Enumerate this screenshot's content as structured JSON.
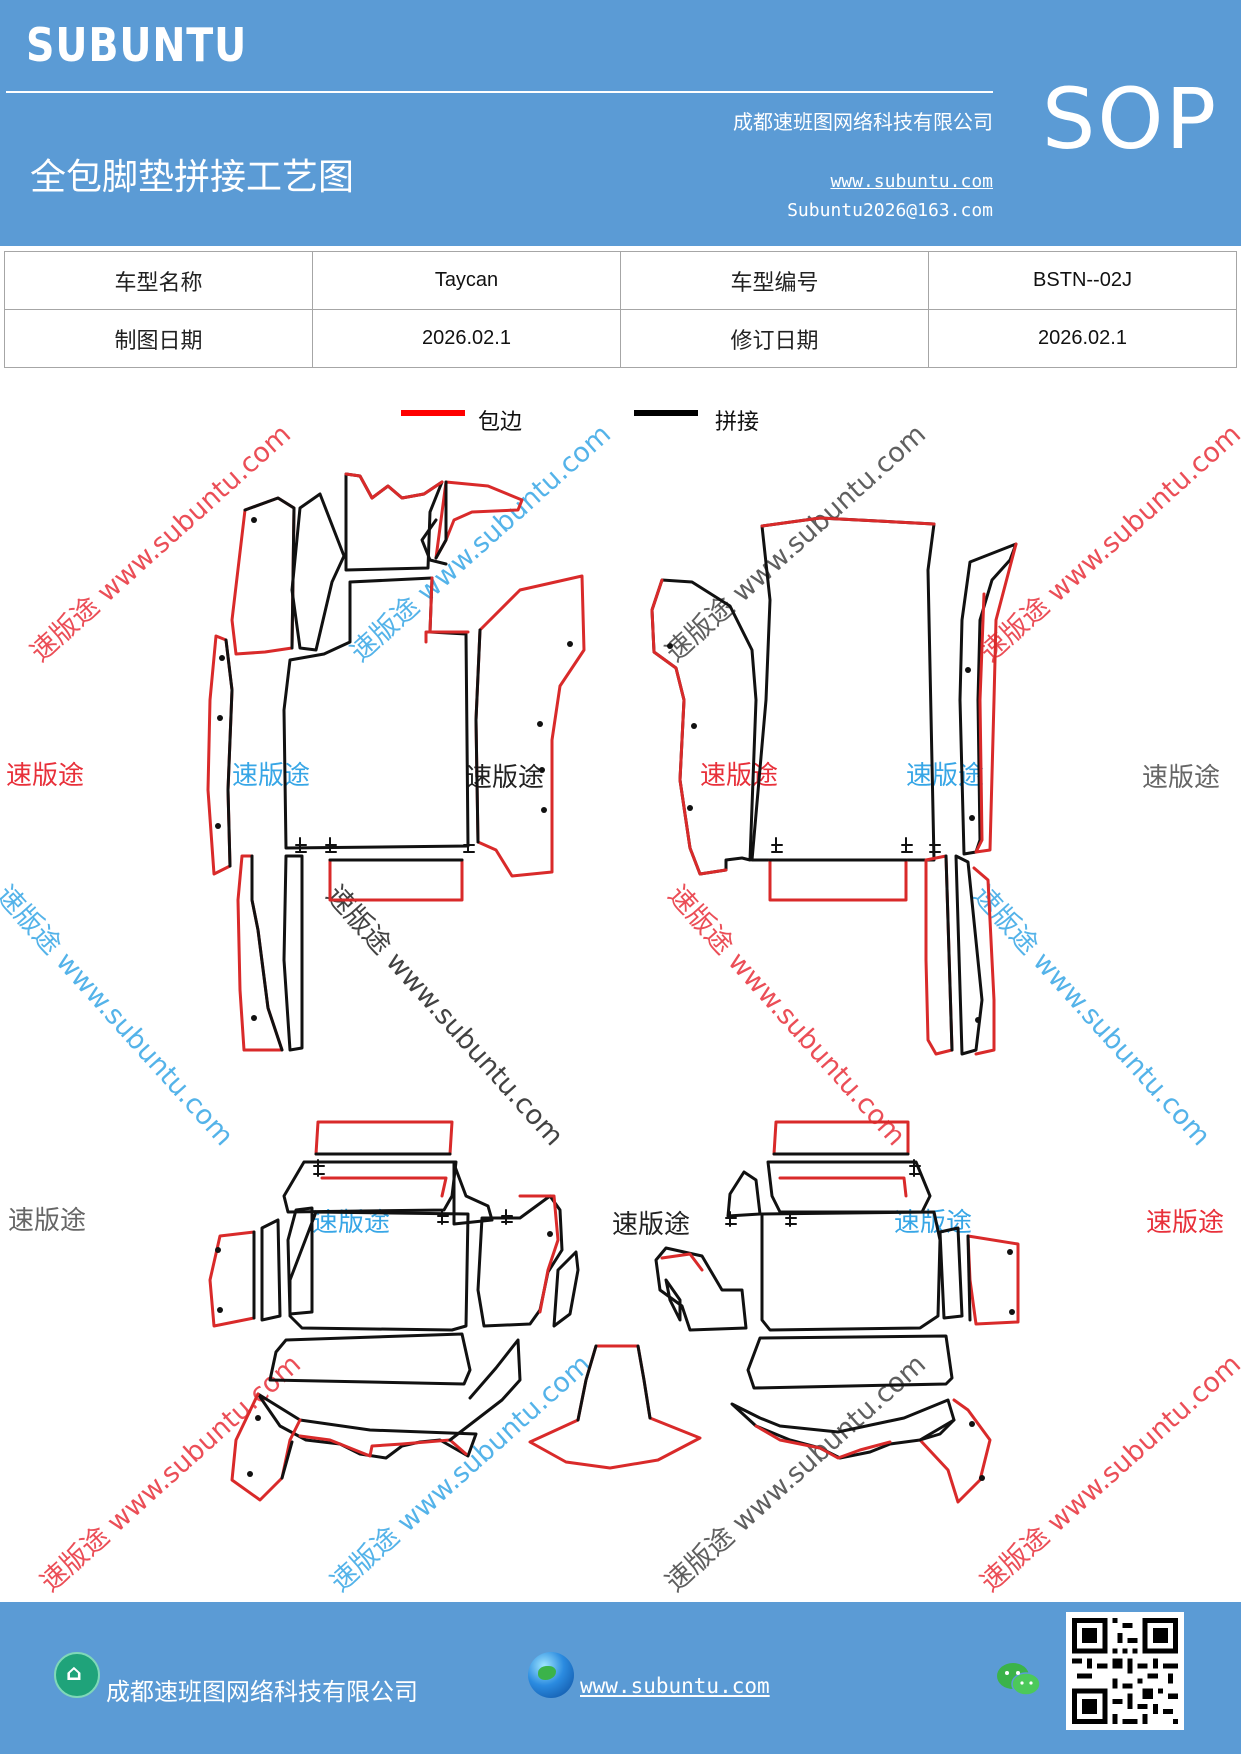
{
  "header": {
    "logo": "SUBUNTU",
    "company": "成都速班图网络科技有限公司",
    "title": "全包脚垫拼接工艺图",
    "website": "www.subuntu.com",
    "email": "Subuntu2026@163.com",
    "badge": "SOP"
  },
  "info_table": {
    "rows": [
      {
        "label1": "车型名称",
        "value1": "Taycan",
        "label2": "车型编号",
        "value2": "BSTN--02J"
      },
      {
        "label1": "制图日期",
        "value1": "2026.02.1",
        "label2": "修订日期",
        "value2": "2026.02.1"
      }
    ]
  },
  "legend": {
    "items": [
      {
        "label": "包边",
        "color": "#ff0000"
      },
      {
        "label": "拼接",
        "color": "#000000"
      }
    ]
  },
  "watermarks": {
    "brand": "速版途",
    "diagonal": "速版途 www.subuntu.com",
    "colors": {
      "red": "#e8303a",
      "blue": "#37a6e6",
      "black": "#222222",
      "gray": "#666666"
    }
  },
  "footer": {
    "company": "成都速班图网络科技有限公司",
    "website": "www.subuntu.com",
    "home_icon": "home-icon",
    "globe_icon": "globe-icon",
    "wechat_icon": "wechat-icon"
  },
  "colors": {
    "brand_blue": "#5b9bd5",
    "edge_red": "#d92a2a",
    "seam_black": "#111111"
  }
}
